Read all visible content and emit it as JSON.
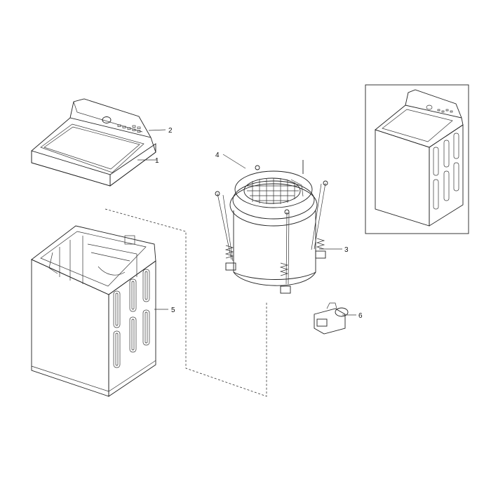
{
  "callouts": [
    {
      "id": "lid",
      "text": "1"
    },
    {
      "id": "control-panel",
      "text": "2"
    },
    {
      "id": "tub-assembly",
      "text": "3"
    },
    {
      "id": "balancer-ring",
      "text": "4"
    },
    {
      "id": "cabinet",
      "text": "5"
    },
    {
      "id": "drain-motor",
      "text": "6"
    }
  ]
}
